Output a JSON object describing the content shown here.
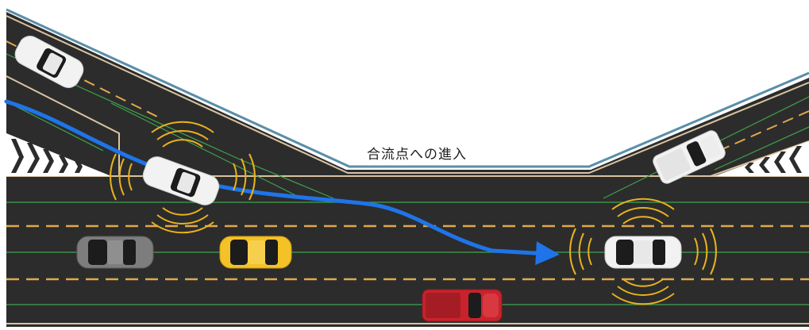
{
  "caption": "合流点への進入",
  "colors": {
    "road": "#2c2c2c",
    "edge_line": "#d8c3a0",
    "lane_dash": "#e0a84c",
    "guide_line": "#3fa34d",
    "path_arrow": "#1f74e8",
    "sensor_wave": "#e9b21b",
    "roadside_blue": "#5a8ea8"
  },
  "vehicles": [
    {
      "name": "white-car-top-left",
      "body_color": "#f2f2f2",
      "type": "sedan"
    },
    {
      "name": "white-car-merging-ego",
      "body_color": "#f2f2f2",
      "type": "sedan",
      "sensors": true
    },
    {
      "name": "gray-car",
      "body_color": "#7d7d7d",
      "type": "sedan"
    },
    {
      "name": "yellow-car",
      "body_color": "#f4c227",
      "type": "sedan"
    },
    {
      "name": "white-car-right-target",
      "body_color": "#f2f2f2",
      "type": "sedan",
      "sensors": true
    },
    {
      "name": "red-pickup",
      "body_color": "#c8232c",
      "type": "pickup"
    },
    {
      "name": "white-pickup-right-ramp",
      "body_color": "#f2f2f2",
      "type": "pickup"
    }
  ]
}
